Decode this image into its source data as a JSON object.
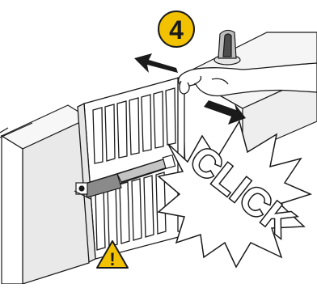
{
  "step": {
    "number": "4",
    "badge_color": "#F2C200"
  },
  "click_text": "CLICK",
  "warning": {
    "symbol": "!",
    "color": "#F2C200"
  },
  "arrows": {
    "color": "#1a1a1a"
  },
  "icons": [
    "step-badge",
    "warning-triangle-icon",
    "double-arrow-icon",
    "gate-actuator",
    "push-button-post",
    "hand"
  ]
}
